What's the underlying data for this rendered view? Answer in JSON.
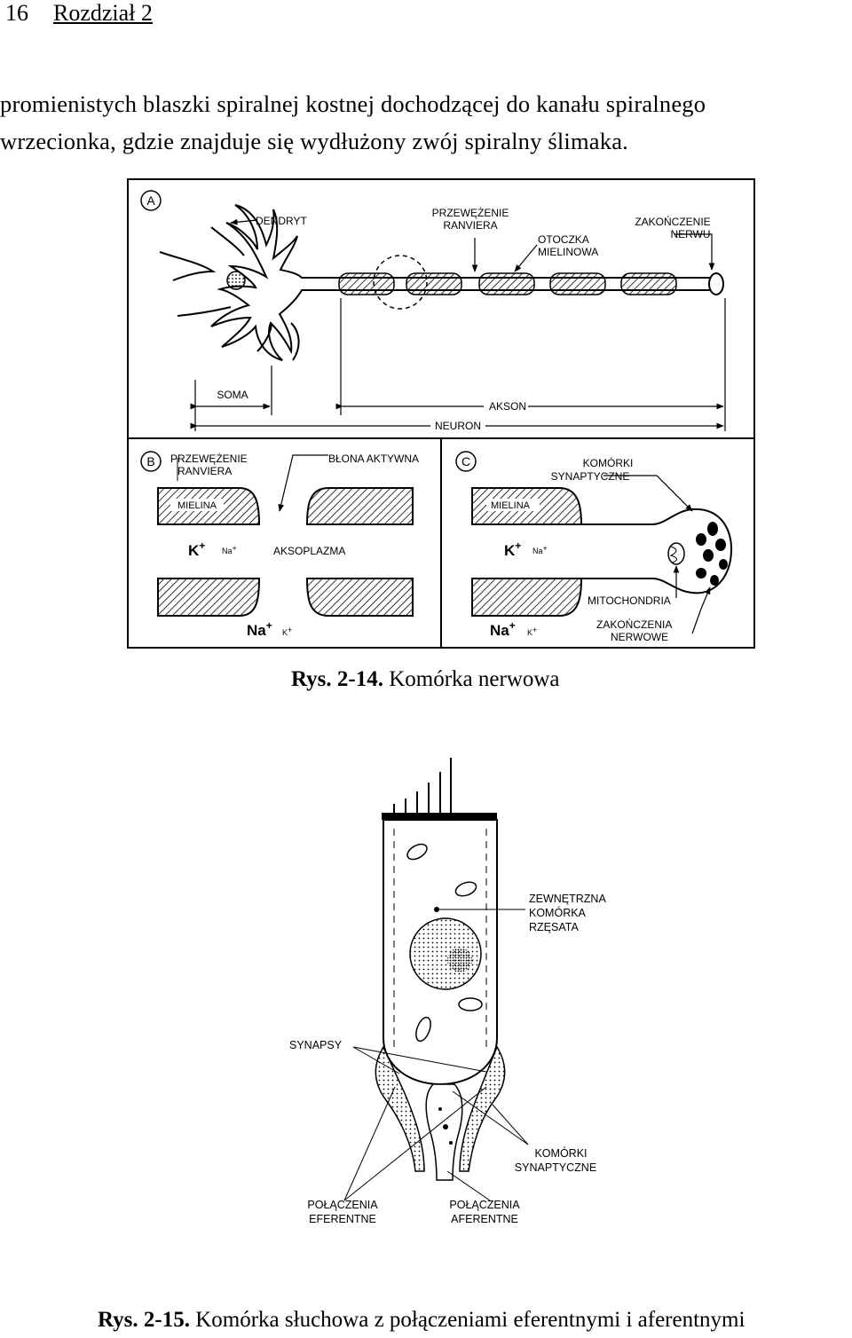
{
  "header": {
    "page_number": "16",
    "chapter": "Rozdział 2"
  },
  "body": {
    "lines": [
      "promienistych blaszki spiralnej kostnej dochodzącej do kanału spiralnego",
      "wrzecionka, gdzie znajduje się wydłużony zwój spiralny ślimaka."
    ]
  },
  "figure1": {
    "panel_a": {
      "marker": "A",
      "labels": {
        "dendryt": "DENDRYT",
        "przewezenie_1": "PRZEWĘŻENIE",
        "przewezenie_2": "RANVIERA",
        "otoczka_1": "OTOCZKA",
        "otoczka_2": "MIELINOWA",
        "zakonczenie_1": "ZAKOŃCZENIE",
        "zakonczenie_2": "NERWU",
        "soma": "SOMA",
        "akson": "AKSON",
        "neuron": "NEURON"
      }
    },
    "panel_b": {
      "marker": "B",
      "labels": {
        "przewezenie_1": "PRZEWĘŻENIE",
        "przewezenie_2": "RANVIERA",
        "blona": "BŁONA AKTYWNA",
        "mielina": "MIELINA",
        "k": "K",
        "na_small": "Na",
        "aksoplazma": "AKSOPLAZMA",
        "na": "Na",
        "k_small": "K"
      }
    },
    "panel_c": {
      "marker": "C",
      "labels": {
        "komorki_1": "KOMÓRKI",
        "komorki_2": "SYNAPTYCZNE",
        "mielina": "MIELINA",
        "k": "K",
        "na_small": "Na",
        "mitochondria": "MITOCHONDRIA",
        "zakonczenia_1": "ZAKOŃCZENIA",
        "zakonczenia_2": "NERWOWE",
        "na": "Na",
        "k_small": "K"
      }
    },
    "caption_bold": "Rys. 2-14.",
    "caption_text": "Komórka nerwowa"
  },
  "figure2": {
    "labels": {
      "zewn_1": "ZEWNĘTRZNA",
      "zewn_2": "KOMÓRKA",
      "zewn_3": "RZĘSATA",
      "synapsy": "SYNAPSY",
      "komorki_1": "KOMÓRKI",
      "komorki_2": "SYNAPTYCZNE",
      "polaczenia_ef_1": "POŁĄCZENIA",
      "polaczenia_ef_2": "EFERENTNE",
      "polaczenia_af_1": "POŁĄCZENIA",
      "polaczenia_af_2": "AFERENTNE"
    },
    "caption_bold": "Rys. 2-15.",
    "caption_text": "Komórka słuchowa z połączeniami eferentnymi i aferentnymi"
  },
  "colors": {
    "ink": "#000000",
    "paper": "#ffffff"
  }
}
